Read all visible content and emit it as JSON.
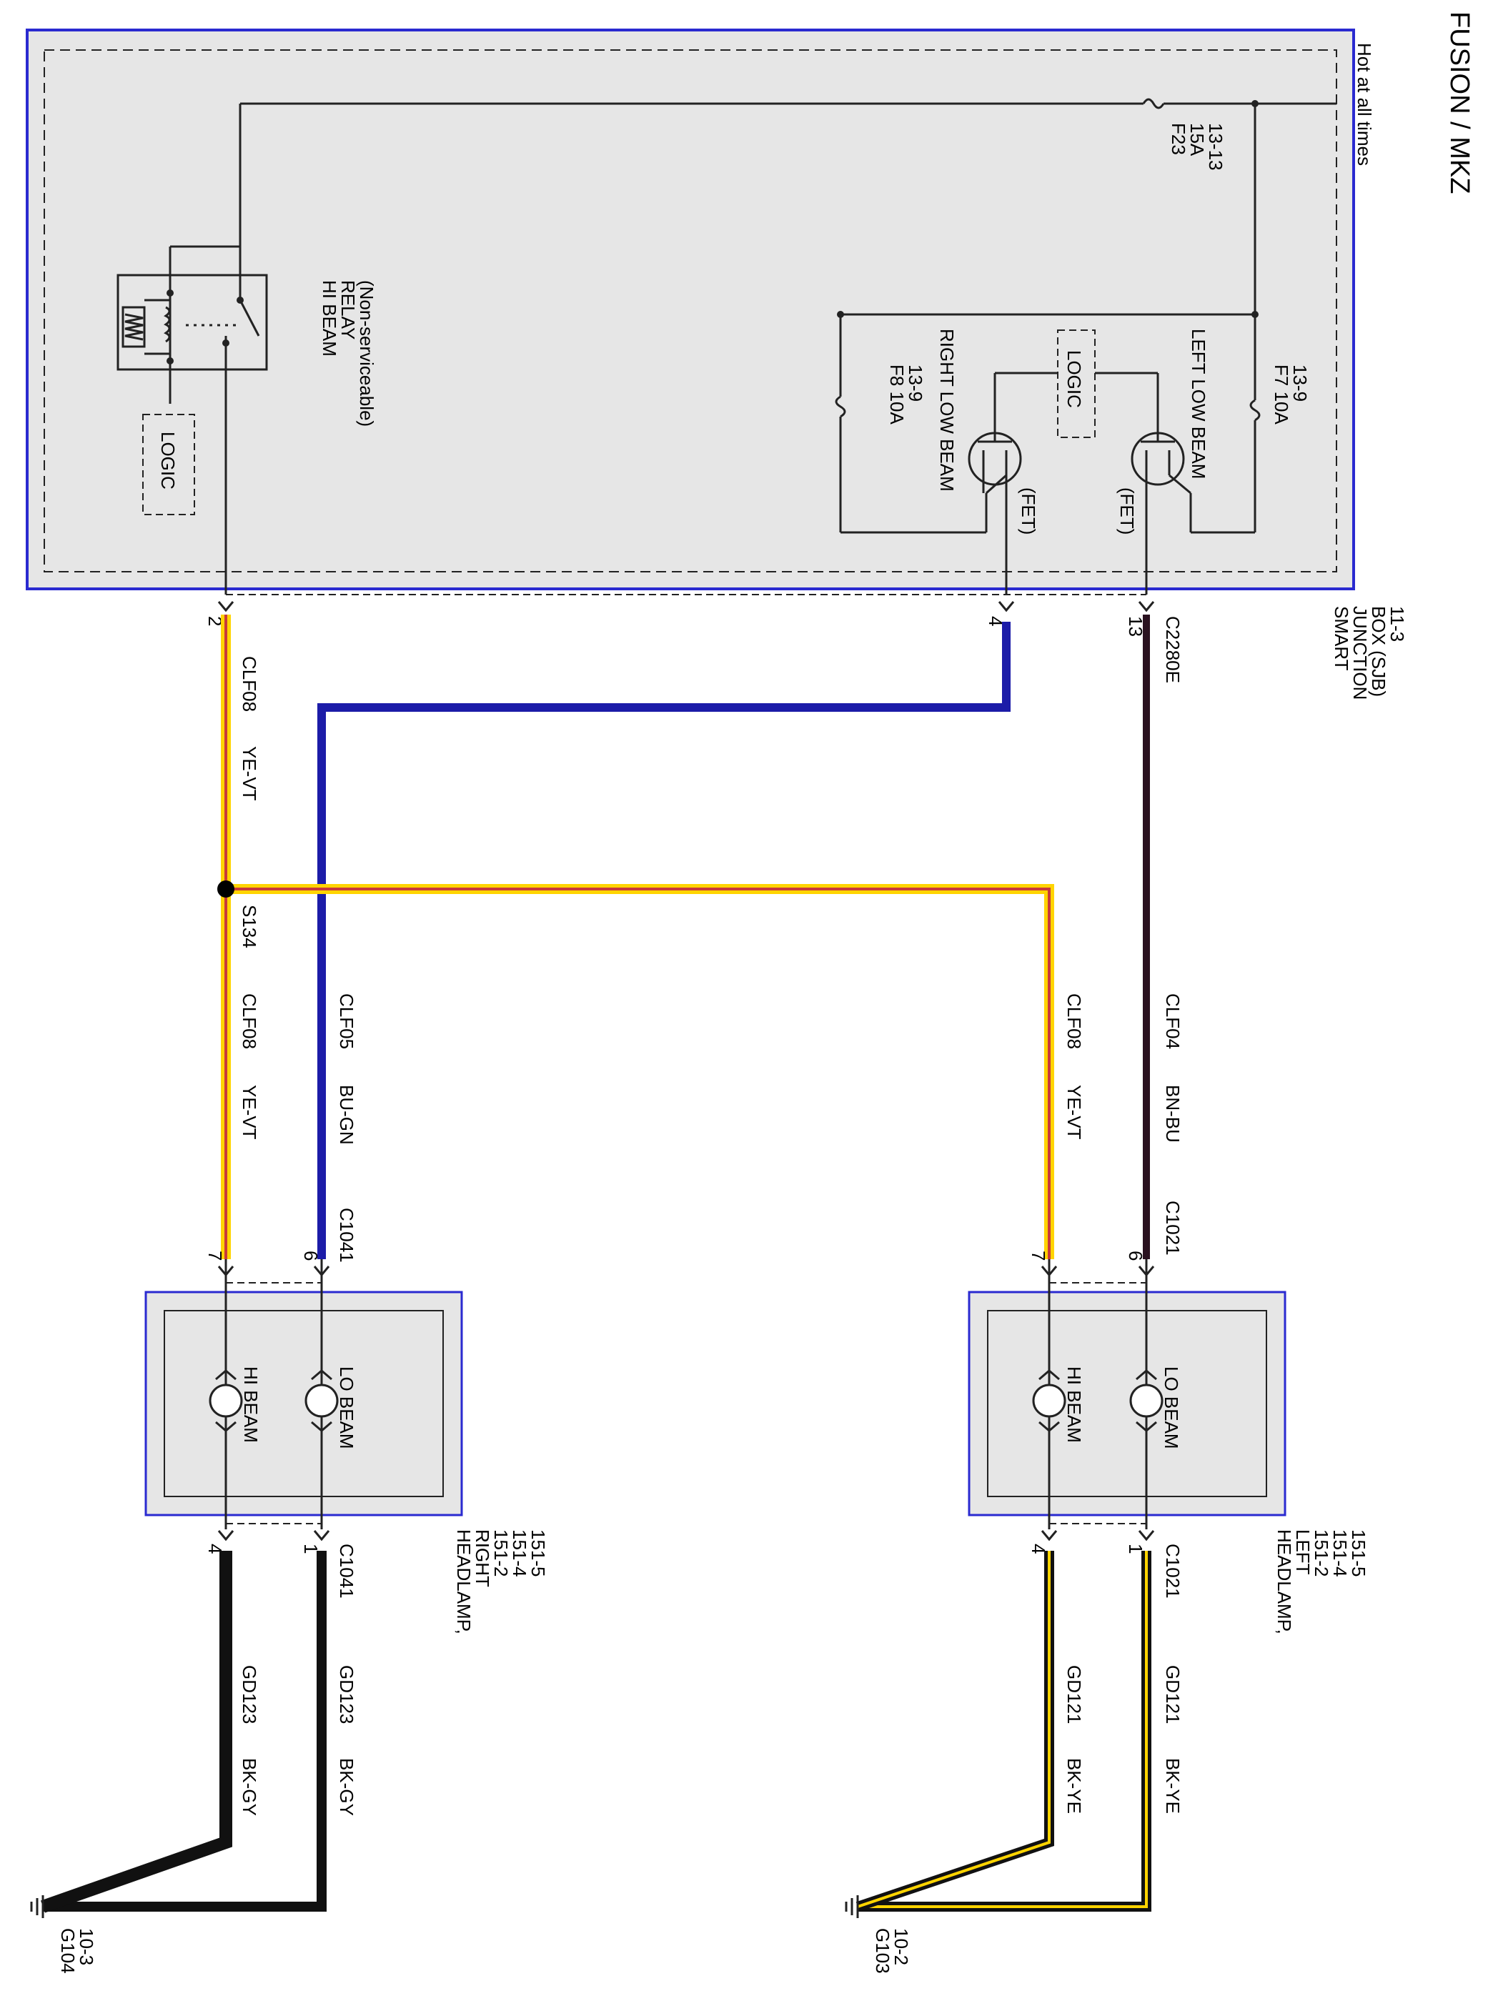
{
  "header": {
    "title": "FUSION / MKZ"
  },
  "sjb": {
    "hot_label": "Hot at all times",
    "name_lines": [
      "SMART",
      "JUNCTION",
      "BOX (SJB)",
      "11-3"
    ],
    "connector": "C2280E",
    "pins": {
      "left_low": "13",
      "right_low": "4",
      "hi_beam": "2"
    }
  },
  "fuses": {
    "f23": [
      "F23",
      "15A",
      "13-13"
    ],
    "f7": [
      "F7   10A",
      "13-9"
    ],
    "f8": [
      "F8   10A",
      "13-9"
    ]
  },
  "components": {
    "left_low_beam": "LEFT LOW BEAM",
    "right_low_beam": "RIGHT LOW BEAM",
    "fet": "(FET)",
    "logic": "LOGIC",
    "relay_lines": [
      "HI BEAM",
      "RELAY",
      "(Non-serviceable)"
    ]
  },
  "wires": {
    "clf04": {
      "circuit": "CLF04",
      "color": "BN-BU"
    },
    "clf05": {
      "circuit": "CLF05",
      "color": "BU-GN"
    },
    "clf08": {
      "circuit": "CLF08",
      "color": "YE-VT"
    },
    "gd121": {
      "circuit": "GD121",
      "color": "BK-YE"
    },
    "gd123": {
      "circuit": "GD123",
      "color": "BK-GY"
    },
    "splice": "S134"
  },
  "headlamp_left": {
    "name_lines": [
      "HEADLAMP,",
      "LEFT",
      "151-2",
      "151-4",
      "151-5"
    ],
    "connector": "C1021",
    "pin_lo_in": "6",
    "pin_hi_in": "7",
    "pin_lo_out": "1",
    "pin_hi_out": "4",
    "lo_label": "LO BEAM",
    "hi_label": "HI BEAM"
  },
  "headlamp_right": {
    "connector": "C1041",
    "name_lines": [
      "HEADLAMP,",
      "RIGHT",
      "151-2",
      "151-4",
      "151-5"
    ],
    "pin_lo_in": "6",
    "pin_hi_in": "7",
    "pin_lo_out": "1",
    "pin_hi_out": "4",
    "lo_label": "LO BEAM",
    "hi_label": "HI BEAM"
  },
  "grounds": {
    "g103": [
      "G103",
      "10-2"
    ],
    "g104": [
      "G104",
      "10-3"
    ]
  },
  "colors": {
    "box_fill": "#e6e6e6",
    "box_border": "#2a2ad0",
    "bn_bu": "#2a1220",
    "bu_gn": "#1c1ca8",
    "ye_vt_outer": "#ffd400",
    "ye_vt_inner": "#c83a3a"
  }
}
